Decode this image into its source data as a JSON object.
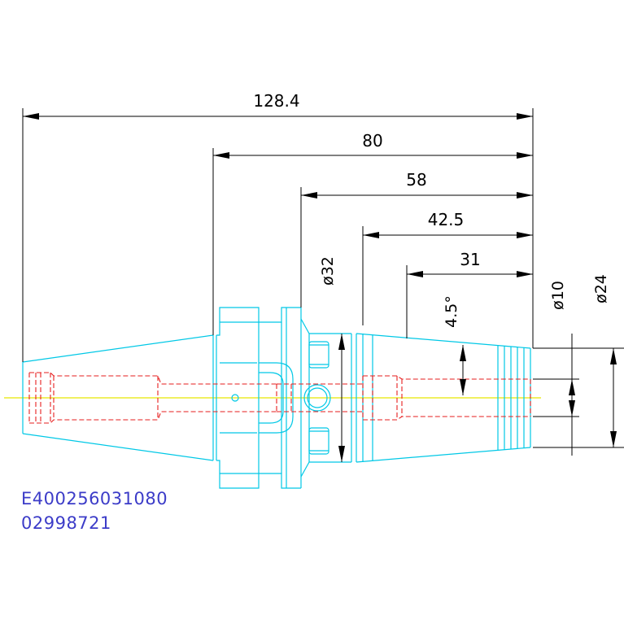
{
  "dimensions": {
    "overall_length": "128.4",
    "length_80": "80",
    "length_58": "58",
    "length_42_5": "42.5",
    "length_31": "31",
    "diameter_32": "ø32",
    "diameter_10": "ø10",
    "diameter_24": "ø24",
    "angle": "4.5°"
  },
  "part_info": {
    "part_number": "E400256031080",
    "code": "02998721"
  },
  "colors": {
    "outline": "#00c8e6",
    "hidden": "#e61e1e",
    "centerline": "#e6e600",
    "dimension": "#000000",
    "label_text": "#3c3cc8"
  }
}
